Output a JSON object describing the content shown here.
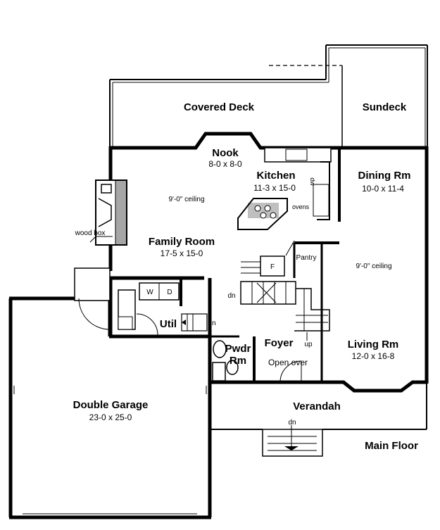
{
  "rooms": {
    "covered_deck": {
      "label": "Covered Deck"
    },
    "sundeck": {
      "label": "Sundeck"
    },
    "nook": {
      "label": "Nook",
      "dims": "8-0 x 8-0"
    },
    "kitchen": {
      "label": "Kitchen",
      "dims": "11-3 x 15-0"
    },
    "dining": {
      "label": "Dining Rm",
      "dims": "10-0 x 11-4"
    },
    "family": {
      "label": "Family Room",
      "dims": "17-5 x 15-0"
    },
    "living": {
      "label": "Living Rm",
      "dims": "12-0 x 16-8"
    },
    "garage": {
      "label": "Double Garage",
      "dims": "23-0 x 25-0"
    },
    "verandah": {
      "label": "Verandah"
    },
    "util": {
      "label": "Util"
    },
    "foyer": {
      "label": "Foyer"
    },
    "pwdr": {
      "label1": "Pwdr",
      "label2": "Rm"
    },
    "pantry": {
      "label": "Pantry"
    }
  },
  "notes": {
    "family_ceiling": "9'-0\" ceiling",
    "living_ceiling": "9'-0\" ceiling",
    "wood_box": "wood box",
    "open_over": "Open over",
    "dn_stair": "dn",
    "dn_util": "dn",
    "dn_verandah": "dn",
    "up": "up",
    "dw": "dw",
    "ovens": "ovens",
    "fridge": "F",
    "washer": "W",
    "dryer": "D"
  },
  "floor_label": "Main Floor"
}
